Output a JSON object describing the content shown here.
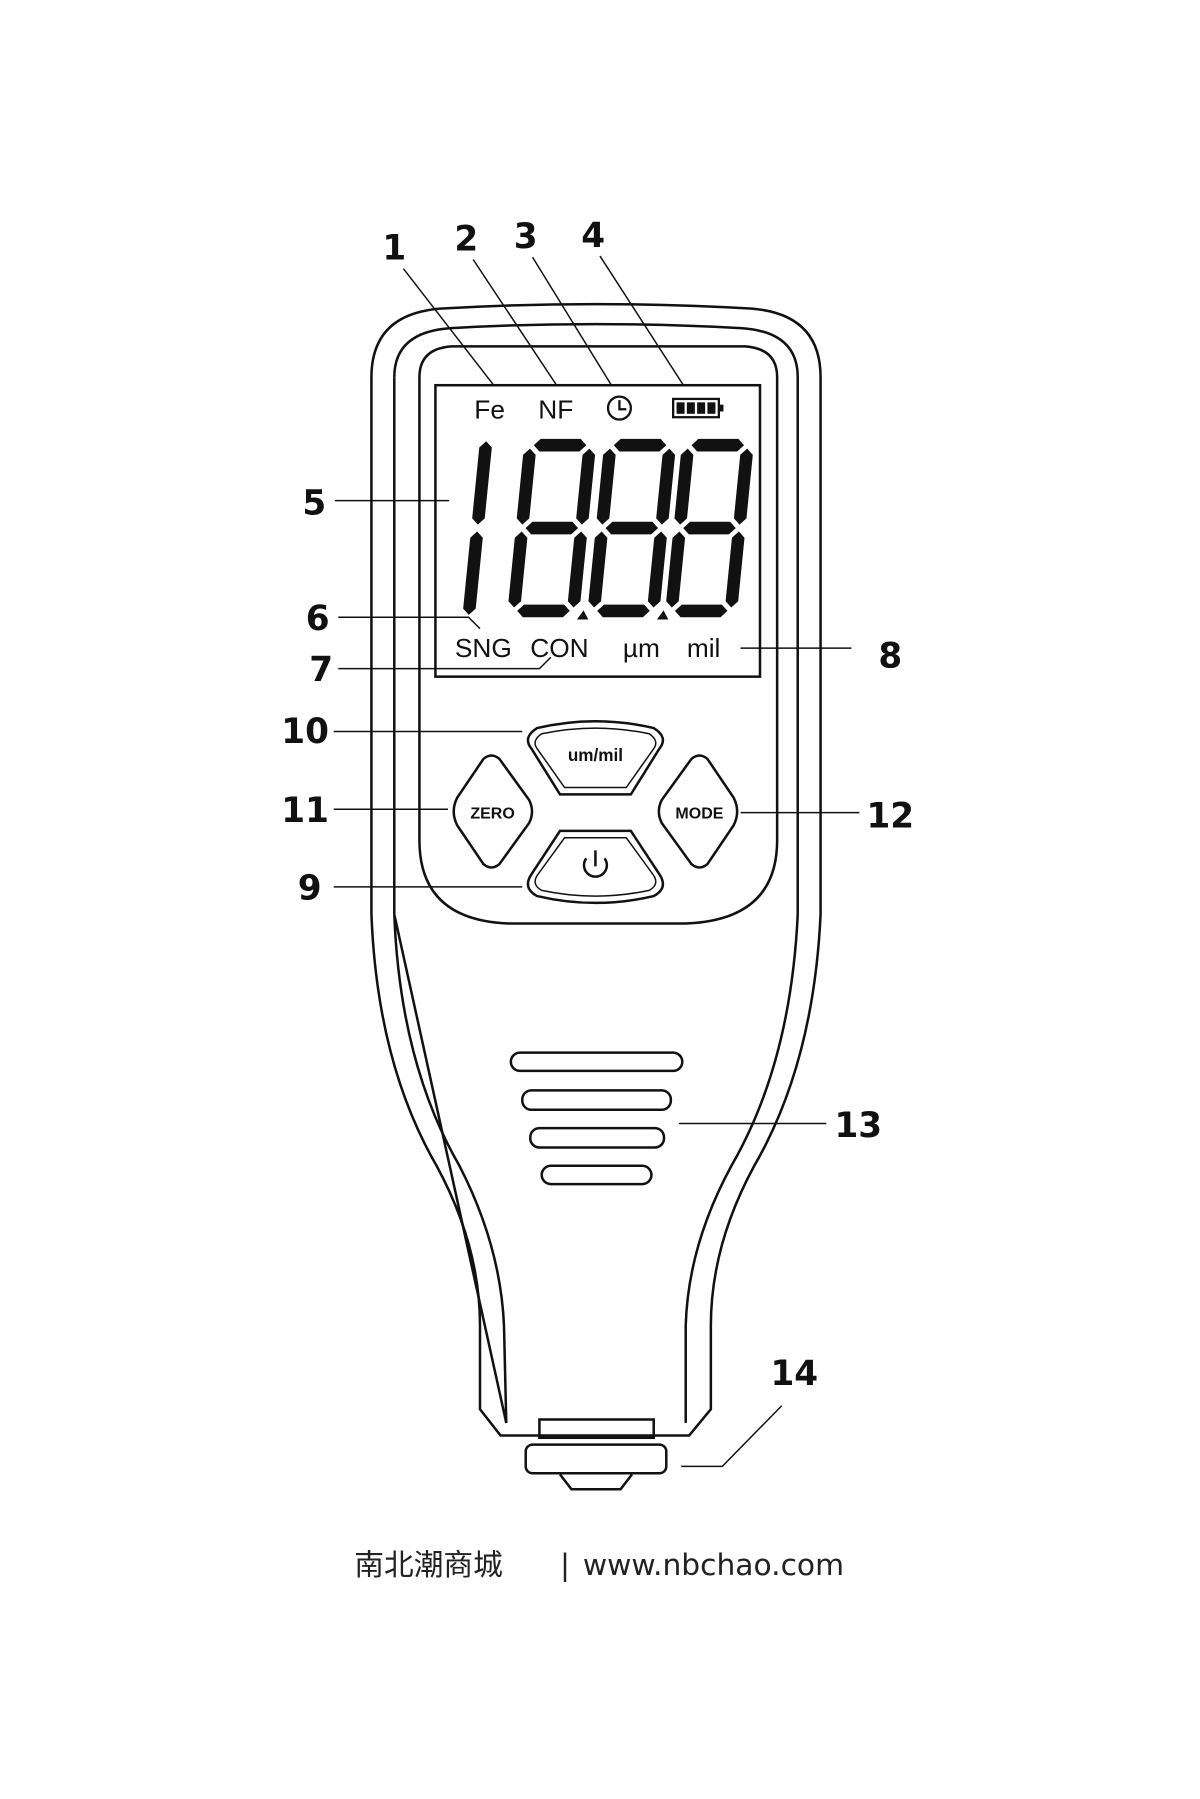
{
  "callouts": [
    "1",
    "2",
    "3",
    "4",
    "5",
    "6",
    "7",
    "8",
    "9",
    "10",
    "11",
    "12",
    "13",
    "14"
  ],
  "lcd": {
    "fe": "Fe",
    "nf": "NF",
    "sng": "SNG",
    "con": "CON",
    "um": "µm",
    "mil": "mil",
    "digits": "1888",
    "battery_level": 4
  },
  "buttons": {
    "unit": "um/mil",
    "zero": "ZERO",
    "mode": "MODE",
    "power_icon": "power-icon"
  },
  "footer": {
    "brand": "南北潮商城",
    "separator": "|",
    "url": "www.nbchao.com"
  }
}
